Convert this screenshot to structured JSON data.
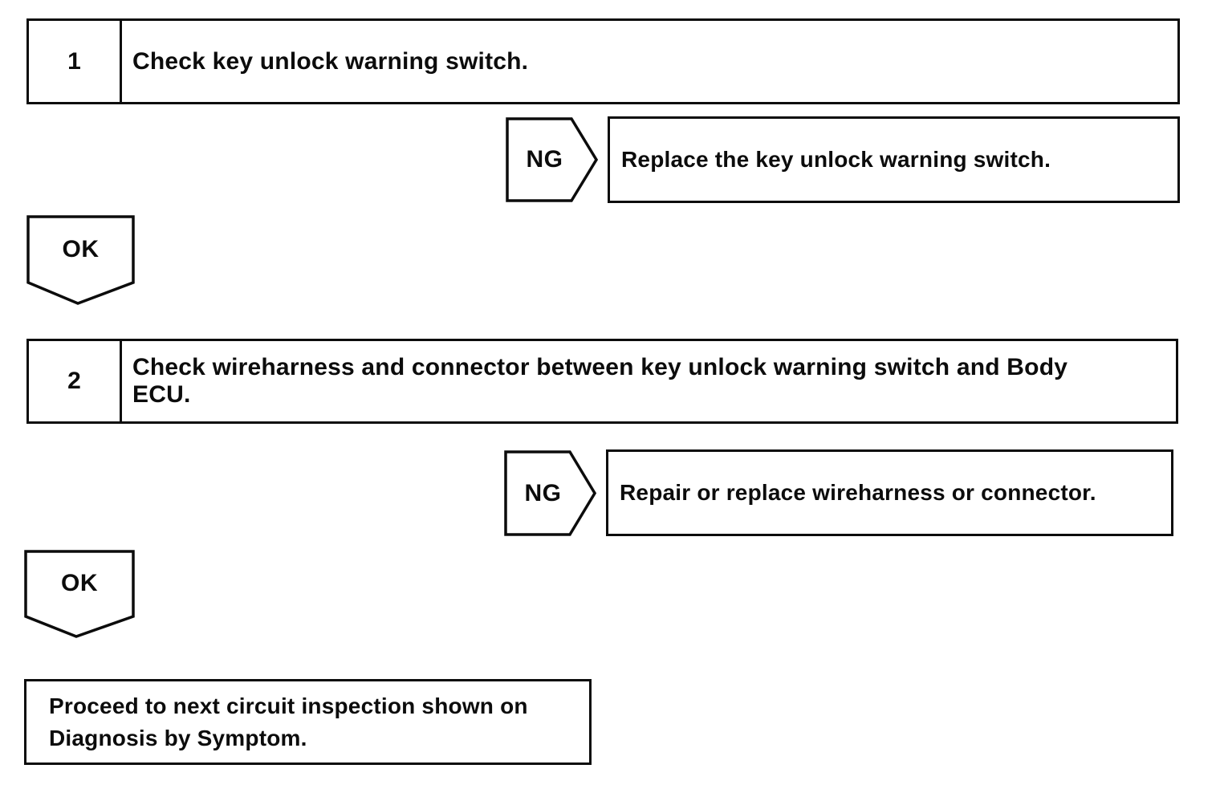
{
  "page": {
    "background": "#ffffff",
    "ink": "#0c0c0c"
  },
  "flowchart": {
    "steps": [
      {
        "number": "1",
        "label": "Check key unlock warning switch."
      },
      {
        "number": "2",
        "label": "Check wireharness and connector between key unlock warning switch and Body\nECU."
      }
    ],
    "branches": [
      {
        "connector_label": "NG",
        "action": "Replace the key unlock warning switch."
      },
      {
        "connector_label": "NG",
        "action": "Repair or replace wireharness or connector."
      }
    ],
    "ok_connectors": [
      {
        "label": "OK"
      },
      {
        "label": "OK"
      }
    ],
    "terminal": {
      "label": "Proceed to next circuit inspection shown on\nDiagnosis by Symptom."
    }
  }
}
